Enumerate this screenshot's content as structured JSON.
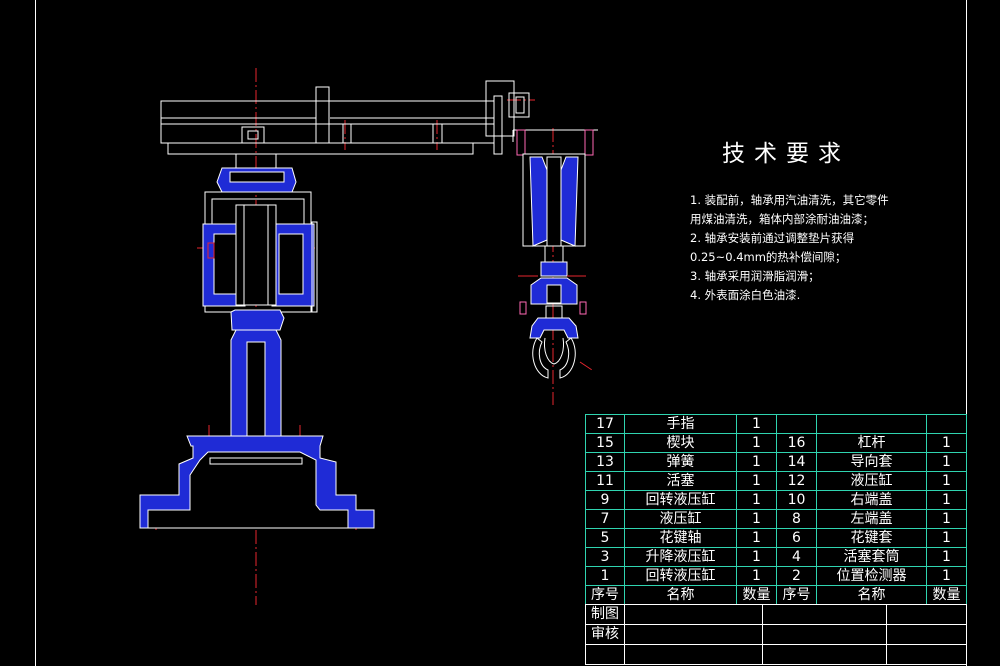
{
  "technical_requirements": {
    "title": "技术要求",
    "lines": [
      "1. 装配前，轴承用汽油清洗，其它零件",
      "    用煤油清洗，箱体内部涂耐油油漆；",
      "2. 轴承安装前通过调整垫片获得",
      "    0.25~0.4mm的热补偿间隙；",
      "3. 轴承采用润滑脂润滑；",
      "4. 外表面涂白色油漆."
    ]
  },
  "bom": {
    "header": {
      "no": "序号",
      "name": "名称",
      "qty": "数量"
    },
    "rows": [
      {
        "left": {
          "no": "17",
          "name": "手指",
          "qty": "1"
        },
        "right": {
          "no": "",
          "name": "",
          "qty": ""
        }
      },
      {
        "left": {
          "no": "15",
          "name": "楔块",
          "qty": "1"
        },
        "right": {
          "no": "16",
          "name": "杠杆",
          "qty": "1"
        }
      },
      {
        "left": {
          "no": "13",
          "name": "弹簧",
          "qty": "1"
        },
        "right": {
          "no": "14",
          "name": "导向套",
          "qty": "1"
        }
      },
      {
        "left": {
          "no": "11",
          "name": "活塞",
          "qty": "1"
        },
        "right": {
          "no": "12",
          "name": "液压缸",
          "qty": "1"
        }
      },
      {
        "left": {
          "no": "9",
          "name": "回转液压缸",
          "qty": "1"
        },
        "right": {
          "no": "10",
          "name": "右端盖",
          "qty": "1"
        }
      },
      {
        "left": {
          "no": "7",
          "name": "液压缸",
          "qty": "1"
        },
        "right": {
          "no": "8",
          "name": "左端盖",
          "qty": "1"
        }
      },
      {
        "left": {
          "no": "5",
          "name": "花键轴",
          "qty": "1"
        },
        "right": {
          "no": "6",
          "name": "花键套",
          "qty": "1"
        }
      },
      {
        "left": {
          "no": "3",
          "name": "升降液压缸",
          "qty": "1"
        },
        "right": {
          "no": "4",
          "name": "活塞套筒",
          "qty": "1"
        }
      },
      {
        "left": {
          "no": "1",
          "name": "回转液压缸",
          "qty": "1"
        },
        "right": {
          "no": "2",
          "name": "位置检测器",
          "qty": "1"
        }
      }
    ]
  },
  "title_block": {
    "drawn_by": "制图",
    "checked_by": "审核"
  },
  "colors": {
    "line": "#ffffff",
    "section_fill": "#1f2bd6",
    "center_line": "#e6262e",
    "table_line": "#2fd4b0"
  }
}
